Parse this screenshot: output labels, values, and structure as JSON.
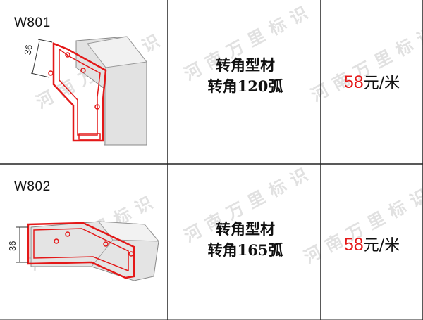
{
  "products": [
    {
      "code": "W801",
      "name_line1": "转角型材",
      "name_line2": "转角120弧",
      "price_number": "58",
      "price_unit": "元/米",
      "dimension": "36"
    },
    {
      "code": "W802",
      "name_line1": "转角型材",
      "name_line2": "转角165弧",
      "price_number": "58",
      "price_unit": "元/米",
      "dimension": "36"
    }
  ],
  "watermark": "河南万里标识",
  "colors": {
    "price_number": "#e41818",
    "profile_outline": "#e41818",
    "grid_lines": "#222222"
  }
}
